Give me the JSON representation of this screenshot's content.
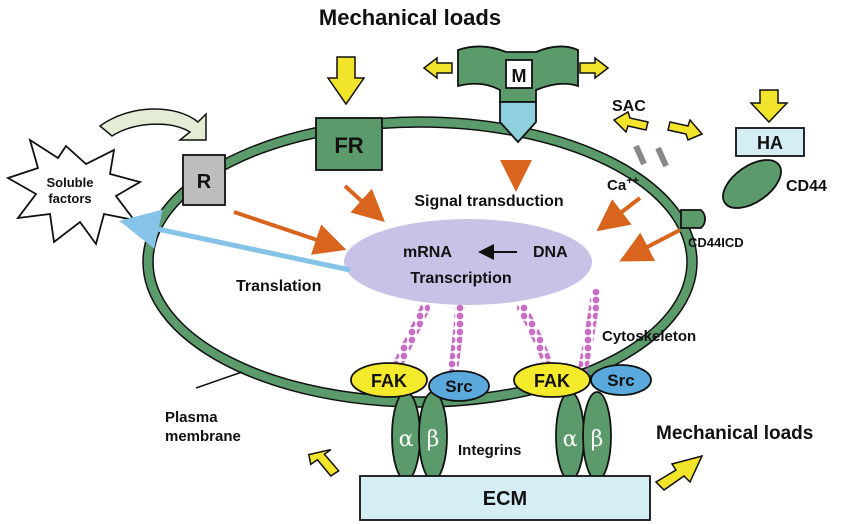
{
  "title": "Mechanical loads",
  "labels": {
    "soluble_factors_line1": "Soluble",
    "soluble_factors_line2": "factors",
    "receptor": "R",
    "fr": "FR",
    "mechanosensor": "M",
    "sac": "SAC",
    "calcium": "Ca",
    "calcium_charge": "++",
    "ha": "HA",
    "cd44": "CD44",
    "cd44icd": "CD44ICD",
    "signal_transduction": "Signal transduction",
    "mrna": "mRNA",
    "dna": "DNA",
    "transcription": "Transcription",
    "translation": "Translation",
    "cytoskeleton": "Cytoskeleton",
    "fak_left": "FAK",
    "src_left": "Src",
    "fak_right": "FAK",
    "src_right": "Src",
    "alpha": "α",
    "beta": "β",
    "integrins": "Integrins",
    "plasma_membrane_line1": "Plasma",
    "plasma_membrane_line2": "membrane",
    "mechanical_loads_bottom": "Mechanical loads",
    "ecm": "ECM"
  },
  "colors": {
    "membrane": "#5b9a6b",
    "receptor_green": "#5b9a6b",
    "receptor_gray": "#bdbdbd",
    "nucleus": "#c9c1e6",
    "orange_arrow": "#d8641e",
    "blue_arrow": "#86c3e8",
    "yellow_arrow": "#f2e32b",
    "fak": "#f4ea2c",
    "src": "#5aa9dc",
    "cytoskeleton": "#c86fc3",
    "ecm_box": "#d5edf4",
    "ha_box": "#d5edf4",
    "m_stem": "#8fd0de"
  }
}
